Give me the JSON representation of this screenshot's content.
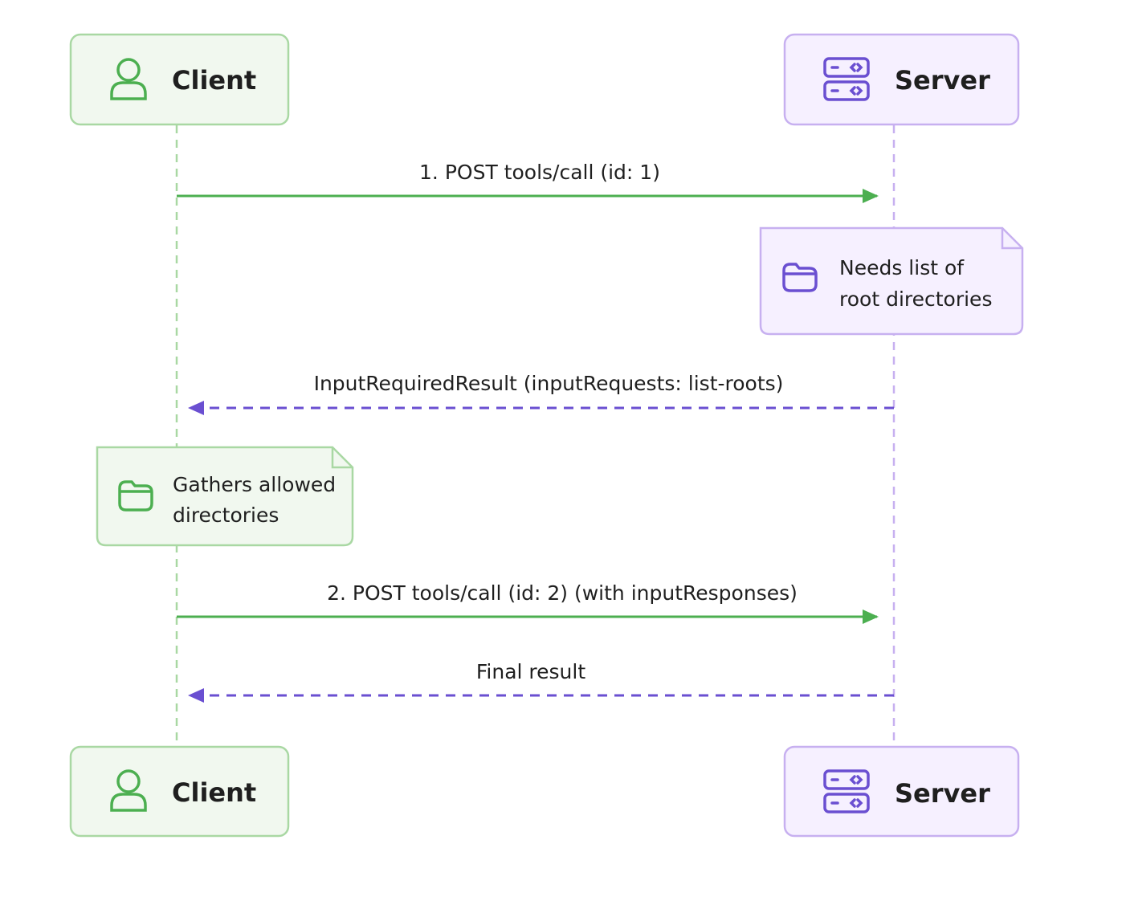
{
  "actors": {
    "client": {
      "label": "Client",
      "icon": "user-icon",
      "color": "#4caf50",
      "fill": "#f1f8ef",
      "border": "#a9d8a3"
    },
    "server": {
      "label": "Server",
      "icon": "server-icon",
      "color": "#6a4fd1",
      "fill": "#f6f0ff",
      "border": "#c7b0f0"
    }
  },
  "messages": [
    {
      "label": "1. POST tools/call (id: 1)",
      "from": "client",
      "to": "server",
      "style": "solid"
    },
    {
      "label": "InputRequiredResult (inputRequests: list-roots)",
      "from": "server",
      "to": "client",
      "style": "dashed"
    },
    {
      "label": "2. POST tools/call (id: 2) (with inputResponses)",
      "from": "client",
      "to": "server",
      "style": "solid"
    },
    {
      "label": "Final result",
      "from": "server",
      "to": "client",
      "style": "dashed"
    }
  ],
  "notes": [
    {
      "actor": "server",
      "icon": "folder-icon",
      "lines": [
        "Needs list of",
        "root directories"
      ]
    },
    {
      "actor": "client",
      "icon": "folder-icon",
      "lines": [
        "Gathers allowed",
        "directories"
      ]
    }
  ]
}
